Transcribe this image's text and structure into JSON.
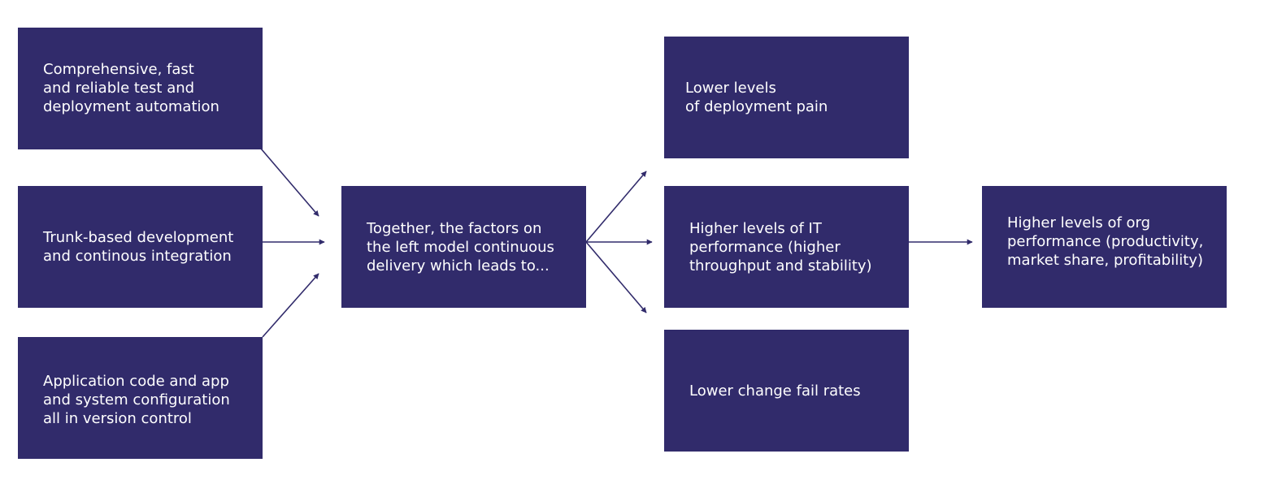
{
  "colors": {
    "box_fill": "#312b6b",
    "box_text": "#ffffff",
    "arrow": "#312b6b",
    "background": "#ffffff"
  },
  "boxes": {
    "test_automation": {
      "lines": [
        "Comprehensive, fast",
        "and reliable test and",
        "deployment automation"
      ]
    },
    "trunk_based": {
      "lines": [
        "Trunk-based development",
        "and continous integration"
      ]
    },
    "version_control": {
      "lines": [
        "Application code and app",
        "and system configuration",
        "all in version control"
      ]
    },
    "continuous_delivery": {
      "lines": [
        "Together, the factors on",
        "the left model  continuous",
        "delivery which leads to..."
      ]
    },
    "deployment_pain": {
      "lines": [
        "Lower levels",
        "of deployment pain"
      ]
    },
    "it_performance": {
      "lines": [
        "Higher levels of IT",
        "performance (higher",
        "throughput and stability)"
      ]
    },
    "change_fail": {
      "lines": [
        "Lower change fail rates"
      ]
    },
    "org_performance": {
      "lines": [
        "Higher levels of org",
        "performance (productivity,",
        "market share, profitability)"
      ]
    }
  }
}
